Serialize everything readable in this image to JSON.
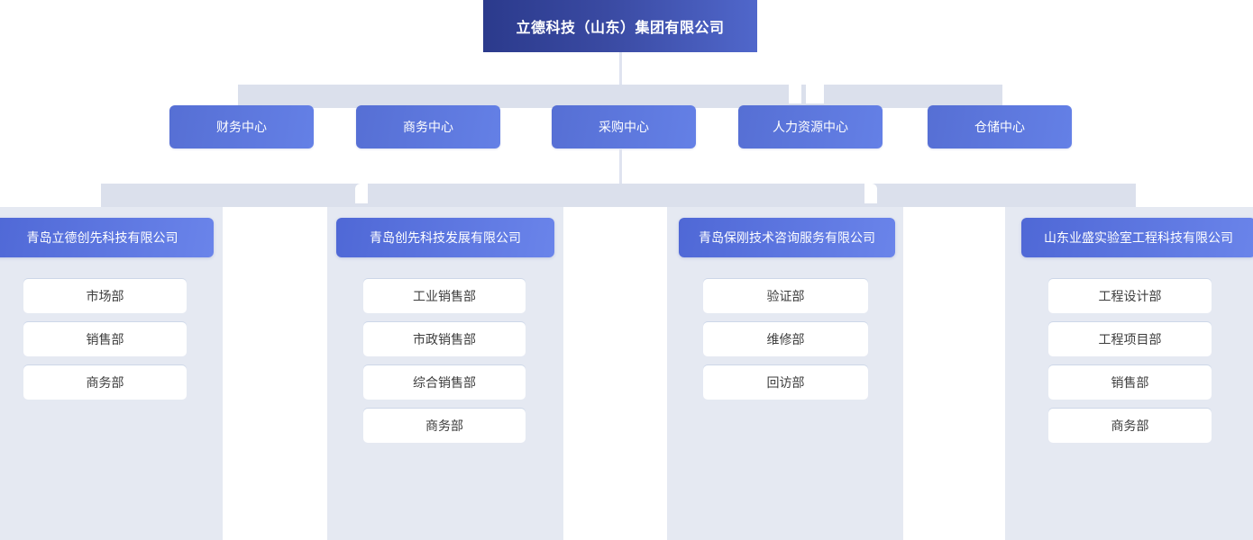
{
  "chart_title": "立德科技（山东）集团有限公司",
  "colors": {
    "root_gradient_start": "#2b3a8c",
    "root_gradient_end": "#5067cb",
    "node_gradient_start": "#566fd4",
    "node_gradient_end": "#6480e6",
    "branch_header_start": "#4f68d6",
    "branch_header_end": "#6a84ea",
    "connector_line": "#dfe3f0",
    "bar_background": "#dbe0ec",
    "column_background": "#e5e9f2",
    "dept_background": "#ffffff",
    "dept_text": "#3d3d3d",
    "node_text": "#ffffff"
  },
  "root": {
    "label": "立德科技（山东）集团有限公司"
  },
  "level2": {
    "nodes": [
      {
        "label": "财务中心"
      },
      {
        "label": "商务中心"
      },
      {
        "label": "采购中心"
      },
      {
        "label": "人力资源中心"
      },
      {
        "label": "仓储中心"
      }
    ]
  },
  "branches": [
    {
      "title": "青岛立德创先科技有限公司",
      "departments": [
        {
          "label": "市场部"
        },
        {
          "label": "销售部"
        },
        {
          "label": "商务部"
        }
      ]
    },
    {
      "title": "青岛创先科技发展有限公司",
      "departments": [
        {
          "label": "工业销售部"
        },
        {
          "label": "市政销售部"
        },
        {
          "label": "综合销售部"
        },
        {
          "label": "商务部"
        }
      ]
    },
    {
      "title": "青岛保刚技术咨询服务有限公司",
      "departments": [
        {
          "label": "验证部"
        },
        {
          "label": "维修部"
        },
        {
          "label": "回访部"
        }
      ]
    },
    {
      "title": "山东业盛实验室工程科技有限公司",
      "departments": [
        {
          "label": "工程设计部"
        },
        {
          "label": "工程项目部"
        },
        {
          "label": "销售部"
        },
        {
          "label": "商务部"
        }
      ]
    }
  ]
}
